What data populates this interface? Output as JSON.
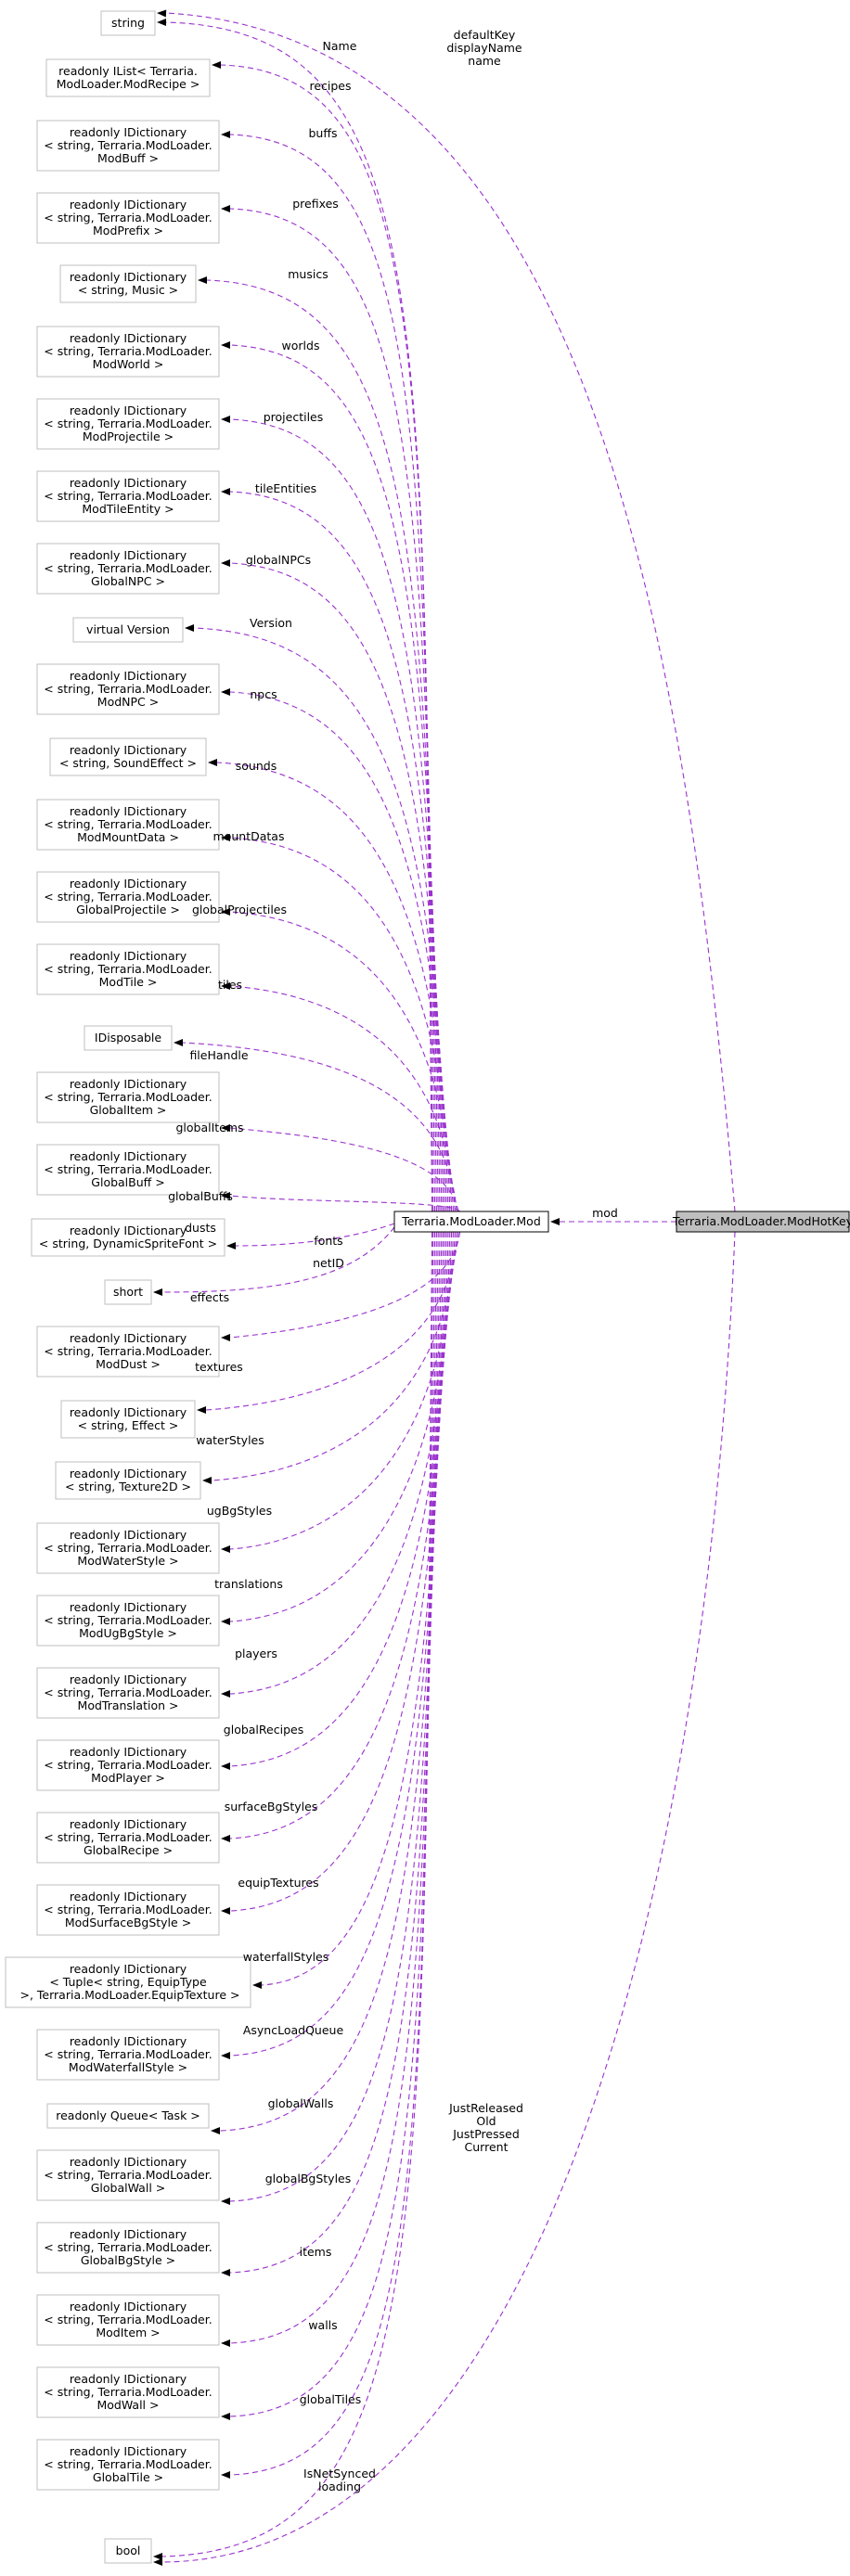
{
  "diagram": {
    "nodes": {
      "mod": [
        "Terraria.ModLoader.Mod"
      ],
      "hotkey": [
        "Terraria.ModLoader.ModHotKey"
      ],
      "string": [
        "string"
      ],
      "bool": [
        "bool"
      ],
      "recipes_t": [
        "readonly IList< Terraria.",
        "ModLoader.ModRecipe >"
      ],
      "buffs_t": [
        "readonly IDictionary",
        "< string, Terraria.ModLoader.",
        "ModBuff >"
      ],
      "prefixes_t": [
        "readonly IDictionary",
        "< string, Terraria.ModLoader.",
        "ModPrefix >"
      ],
      "musics_t": [
        "readonly IDictionary",
        "< string, Music >"
      ],
      "worlds_t": [
        "readonly IDictionary",
        "< string, Terraria.ModLoader.",
        "ModWorld >"
      ],
      "projectiles_t": [
        "readonly IDictionary",
        "< string, Terraria.ModLoader.",
        "ModProjectile >"
      ],
      "tileEntities_t": [
        "readonly IDictionary",
        "< string, Terraria.ModLoader.",
        "ModTileEntity >"
      ],
      "globalNPCs_t": [
        "readonly IDictionary",
        "< string, Terraria.ModLoader.",
        "GlobalNPC >"
      ],
      "version_t": [
        "virtual Version"
      ],
      "npcs_t": [
        "readonly IDictionary",
        "< string, Terraria.ModLoader.",
        "ModNPC >"
      ],
      "sounds_t": [
        "readonly IDictionary",
        "< string, SoundEffect >"
      ],
      "mountDatas_t": [
        "readonly IDictionary",
        "< string, Terraria.ModLoader.",
        "ModMountData >"
      ],
      "globalProjectiles_t": [
        "readonly IDictionary",
        "< string, Terraria.ModLoader.",
        "GlobalProjectile >"
      ],
      "tiles_t": [
        "readonly IDictionary",
        "< string, Terraria.ModLoader.",
        "ModTile >"
      ],
      "idisposable_t": [
        "IDisposable"
      ],
      "globalItems_t": [
        "readonly IDictionary",
        "< string, Terraria.ModLoader.",
        "GlobalItem >"
      ],
      "globalBuffs_t": [
        "readonly IDictionary",
        "< string, Terraria.ModLoader.",
        "GlobalBuff >"
      ],
      "fonts_t": [
        "readonly IDictionary",
        "< string, DynamicSpriteFont >"
      ],
      "short_t": [
        "short"
      ],
      "dusts_t": [
        "readonly IDictionary",
        "< string, Terraria.ModLoader.",
        "ModDust >"
      ],
      "effects_t": [
        "readonly IDictionary",
        "< string, Effect >"
      ],
      "textures_t": [
        "readonly IDictionary",
        "< string, Texture2D >"
      ],
      "waterStyles_t": [
        "readonly IDictionary",
        "< string, Terraria.ModLoader.",
        "ModWaterStyle >"
      ],
      "ugBgStyles_t": [
        "readonly IDictionary",
        "< string, Terraria.ModLoader.",
        "ModUgBgStyle >"
      ],
      "translations_t": [
        "readonly IDictionary",
        "< string, Terraria.ModLoader.",
        "ModTranslation >"
      ],
      "players_t": [
        "readonly IDictionary",
        "< string, Terraria.ModLoader.",
        "ModPlayer >"
      ],
      "globalRecipes_t": [
        "readonly IDictionary",
        "< string, Terraria.ModLoader.",
        "GlobalRecipe >"
      ],
      "surfaceBgStyles_t": [
        "readonly IDictionary",
        "< string, Terraria.ModLoader.",
        "ModSurfaceBgStyle >"
      ],
      "equipTextures_t": [
        "readonly IDictionary",
        "< Tuple< string, EquipType",
        " >, Terraria.ModLoader.EquipTexture >"
      ],
      "waterfallStyles_t": [
        "readonly IDictionary",
        "< string, Terraria.ModLoader.",
        "ModWaterfallStyle >"
      ],
      "asyncQueue_t": [
        "readonly Queue< Task >"
      ],
      "globalWalls_t": [
        "readonly IDictionary",
        "< string, Terraria.ModLoader.",
        "GlobalWall >"
      ],
      "globalBgStyles_t": [
        "readonly IDictionary",
        "< string, Terraria.ModLoader.",
        "GlobalBgStyle >"
      ],
      "items_t": [
        "readonly IDictionary",
        "< string, Terraria.ModLoader.",
        "ModItem >"
      ],
      "walls_t": [
        "readonly IDictionary",
        "< string, Terraria.ModLoader.",
        "ModWall >"
      ],
      "globalTiles_t": [
        "readonly IDictionary",
        "< string, Terraria.ModLoader.",
        "GlobalTile >"
      ]
    },
    "edges": {
      "mod": [
        "mod"
      ],
      "string_hotkey": [
        "defaultKey",
        "displayName",
        "name"
      ],
      "bool_hotkey": [
        "JustReleased",
        "Old",
        "JustPressed",
        "Current"
      ],
      "string_mod": [
        "Name"
      ],
      "recipes": [
        "recipes"
      ],
      "buffs": [
        "buffs"
      ],
      "prefixes": [
        "prefixes"
      ],
      "musics": [
        "musics"
      ],
      "worlds": [
        "worlds"
      ],
      "projectiles": [
        "projectiles"
      ],
      "tileEntities": [
        "tileEntities"
      ],
      "globalNPCs": [
        "globalNPCs"
      ],
      "version": [
        "Version"
      ],
      "npcs": [
        "npcs"
      ],
      "sounds": [
        "sounds"
      ],
      "mountDatas": [
        "mountDatas"
      ],
      "globalProjectiles": [
        "globalProjectiles"
      ],
      "tiles": [
        "tiles"
      ],
      "fileHandle": [
        "fileHandle"
      ],
      "globalItems": [
        "globalItems"
      ],
      "globalBuffs": [
        "globalBuffs"
      ],
      "fonts": [
        "fonts"
      ],
      "netID": [
        "netID"
      ],
      "dusts": [
        "dusts"
      ],
      "effects": [
        "effects"
      ],
      "textures": [
        "textures"
      ],
      "waterStyles": [
        "waterStyles"
      ],
      "ugBgStyles": [
        "ugBgStyles"
      ],
      "translations": [
        "translations"
      ],
      "players": [
        "players"
      ],
      "globalRecipes": [
        "globalRecipes"
      ],
      "surfaceBgStyles": [
        "surfaceBgStyles"
      ],
      "equipTextures": [
        "equipTextures"
      ],
      "waterfallStyles": [
        "waterfallStyles"
      ],
      "asyncLoadQueue": [
        "AsyncLoadQueue"
      ],
      "globalWalls": [
        "globalWalls"
      ],
      "globalBgStyles": [
        "globalBgStyles"
      ],
      "items": [
        "items"
      ],
      "walls": [
        "walls"
      ],
      "globalTiles": [
        "globalTiles"
      ],
      "bool_mod": [
        "IsNetSynced",
        "loading"
      ]
    }
  }
}
